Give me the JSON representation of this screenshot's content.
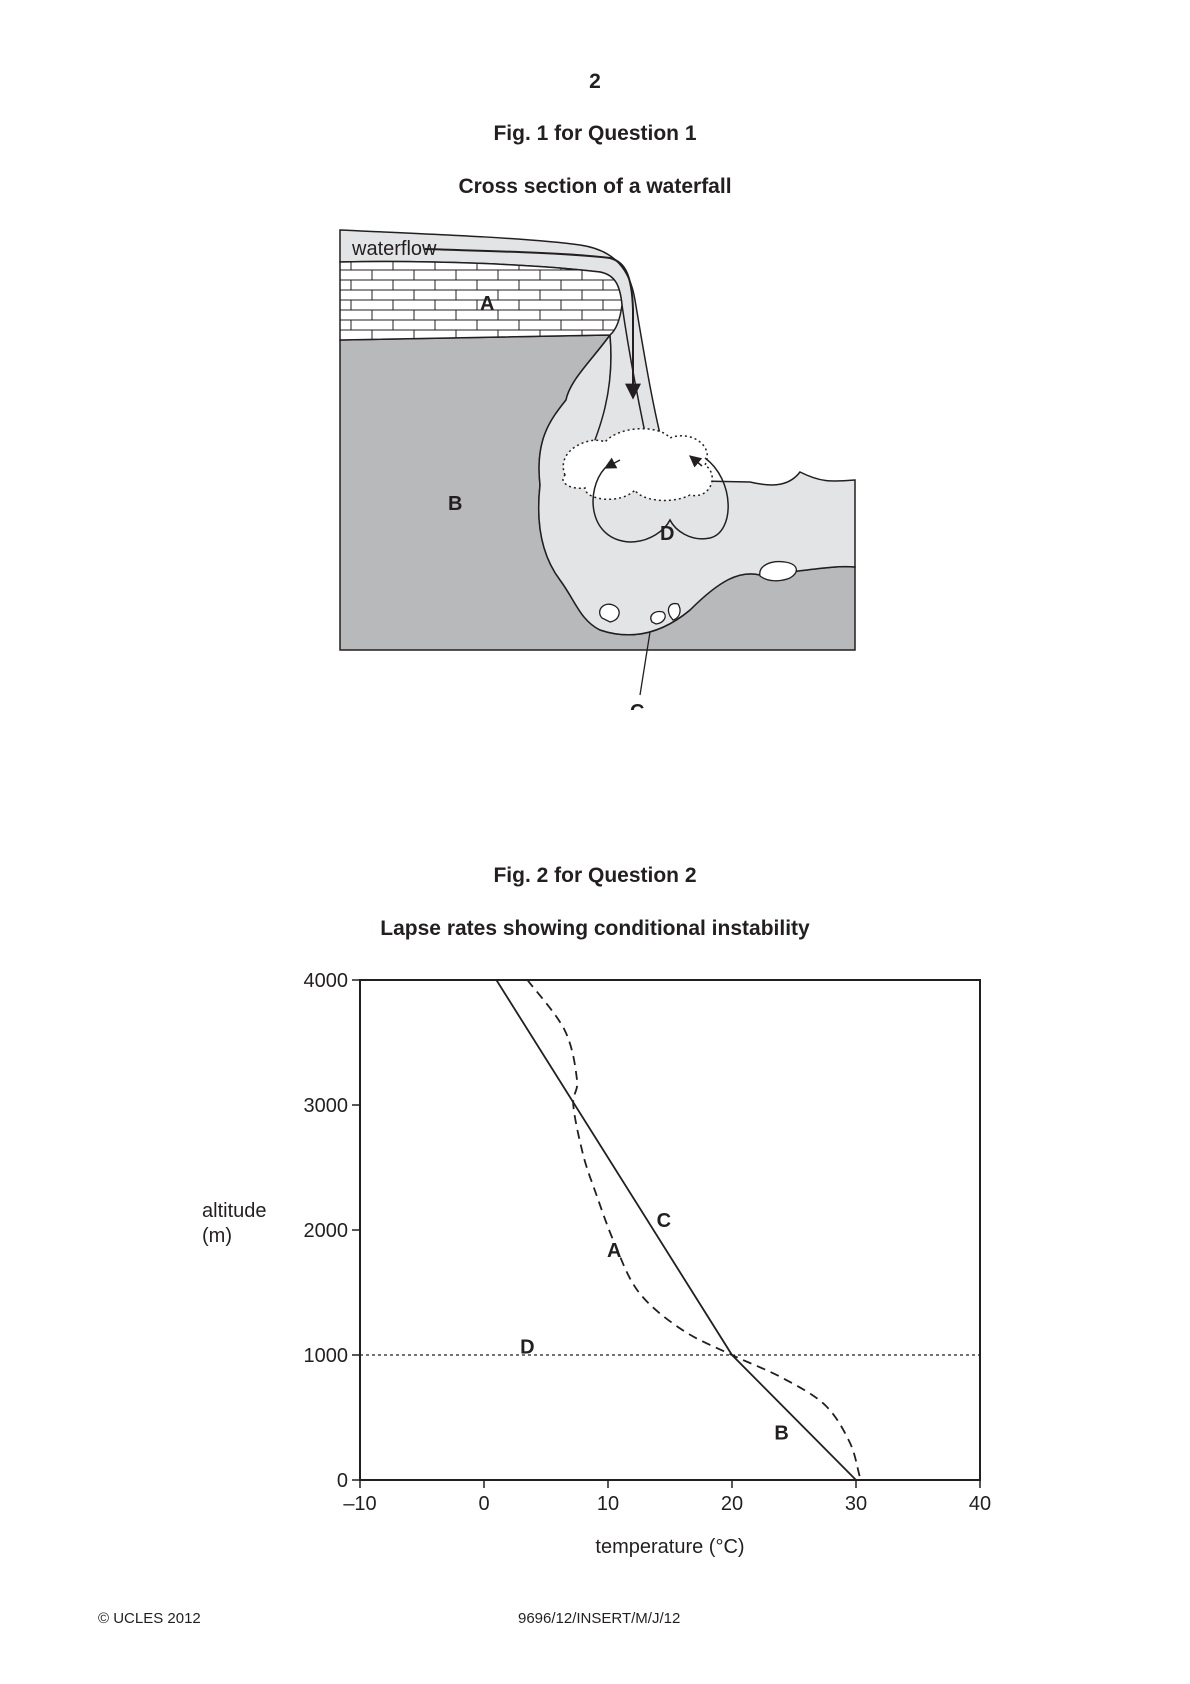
{
  "page_number": "2",
  "figure1": {
    "heading": "Fig. 1 for Question 1",
    "title": "Cross section of a waterfall",
    "labels": {
      "waterflow": "waterflow",
      "A": "A",
      "B": "B",
      "C": "C",
      "D": "D"
    }
  },
  "figure2": {
    "heading": "Fig. 2 for Question 2",
    "title": "Lapse rates showing conditional instability"
  },
  "chart_data": {
    "type": "line",
    "title": "Lapse rates showing conditional instability",
    "xlabel": "temperature (°C)",
    "ylabel": "altitude (m)",
    "ylabel_lines": [
      "altitude",
      "(m)"
    ],
    "xlim": [
      -10,
      40
    ],
    "ylim": [
      0,
      4000
    ],
    "x_ticks": [
      -10,
      0,
      10,
      20,
      30,
      40
    ],
    "x_tick_labels": [
      "–10",
      "0",
      "10",
      "20",
      "30",
      "40"
    ],
    "y_ticks": [
      0,
      1000,
      2000,
      3000,
      4000
    ],
    "y_tick_labels": [
      "0",
      "1000",
      "2000",
      "3000",
      "4000"
    ],
    "grid": false,
    "lines": [
      {
        "id": "solid",
        "style": "solid",
        "points": [
          [
            1,
            4000
          ],
          [
            20,
            1000
          ],
          [
            30,
            0
          ]
        ]
      },
      {
        "id": "dashed",
        "style": "dashed",
        "points": [
          [
            3.5,
            4000
          ],
          [
            6.5,
            3600
          ],
          [
            7.5,
            3200
          ],
          [
            7.2,
            3000
          ],
          [
            8,
            2600
          ],
          [
            9,
            2300
          ],
          [
            10.5,
            1900
          ],
          [
            12.5,
            1500
          ],
          [
            16,
            1200
          ],
          [
            20,
            1000
          ],
          [
            24,
            820
          ],
          [
            27.5,
            600
          ],
          [
            29.5,
            300
          ],
          [
            30.3,
            30
          ],
          [
            30.5,
            0
          ]
        ]
      },
      {
        "id": "dotted",
        "style": "dotted",
        "points": [
          [
            -10,
            1000
          ],
          [
            40,
            1000
          ]
        ]
      }
    ],
    "annotations": [
      {
        "text": "C",
        "x": 14.5,
        "y": 2080
      },
      {
        "text": "A",
        "x": 10.5,
        "y": 1840
      },
      {
        "text": "D",
        "x": 3.5,
        "y": 1070
      },
      {
        "text": "B",
        "x": 24,
        "y": 380
      }
    ]
  },
  "footer": {
    "left": "© UCLES 2012",
    "code": "9696/12/INSERT/M/J/12"
  }
}
